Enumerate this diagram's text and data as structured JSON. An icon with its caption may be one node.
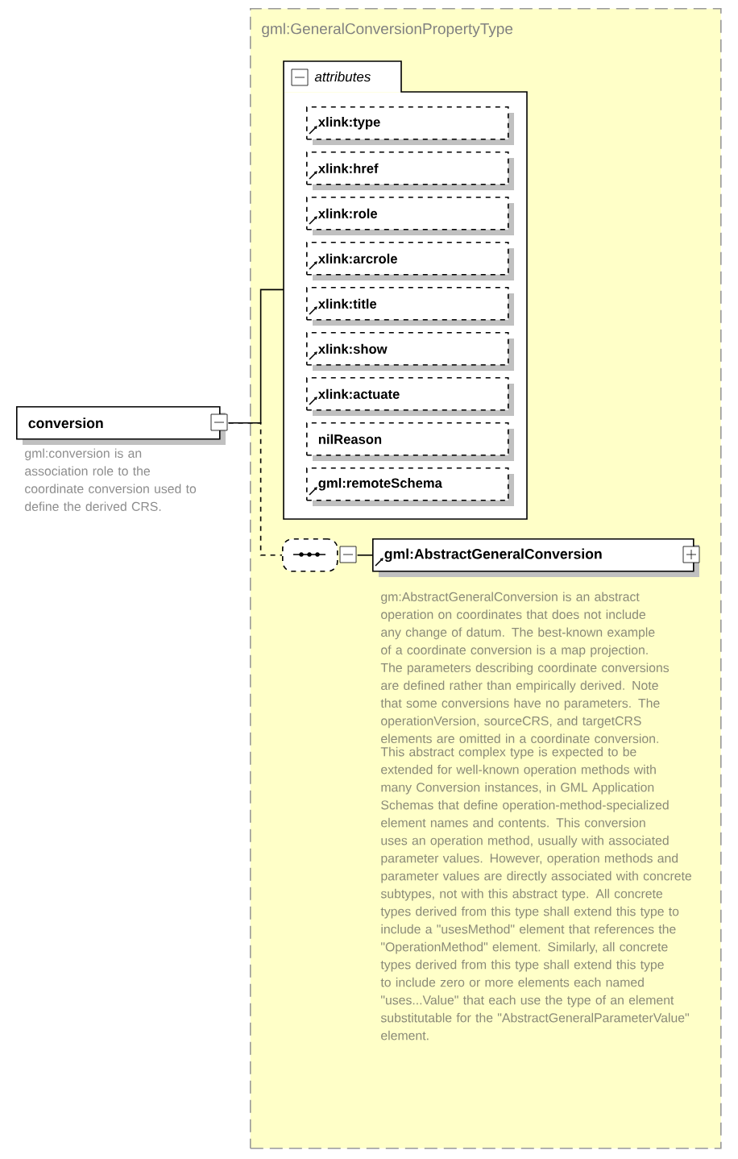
{
  "diagram": {
    "nodes": [
      {
        "text": [
          "gml:GeneralConversionPropertyType"
        ]
      },
      {
        "text": [
          "attributes"
        ],
        "in": 0
      },
      {
        "text": [
          "xlink:type"
        ],
        "in": 1
      },
      {
        "text": [
          "xlink:href"
        ],
        "in": 1
      },
      {
        "text": [
          "xlink:role"
        ],
        "in": 1
      },
      {
        "text": [
          "xlink:arcrole"
        ],
        "in": 1
      },
      {
        "text": [
          "xlink:title"
        ],
        "in": 1
      },
      {
        "text": [
          "xlink:show"
        ],
        "in": 1
      },
      {
        "text": [
          "xlink:actuate"
        ],
        "in": 1
      },
      {
        "text": [
          "nilReason"
        ],
        "in": 1
      },
      {
        "text": [
          "gml:remoteSchema"
        ],
        "in": 1
      },
      {
        "text": [],
        "shape": "octagon",
        "in": 0
      },
      {
        "text": [
          "gml:AbstractGeneralConversion"
        ],
        "in": 0,
        "beside": [
          "gm:AbstractGeneralConversion is an abstract operation on coordinates that does not include any change of datum. The best-known example of a coordinate conversion is a map projection. The parameters describing coordinate conversions are defined rather than empirically derived. Note that some conversions have no parameters. The operationVersion, sourceCRS, and targetCRS elements are omitted in a coordinate conversion.",
          "This abstract complex type is expected to be extended for well-known operation methods with many Conversion instances, in GML Application Schemas that define operation-method-specialized element names and contents. This conversion uses an operation method, usually with associated parameter values. However, operation methods and parameter values are directly associated with concrete subtypes, not with this abstract type. All concrete types derived from this type shall extend this type to include a \"usesMethod\" element that references the \"OperationMethod\" element. Similarly, all concrete types derived from this type shall extend this type to include zero or more elements each named \"uses...Value\" that each use the type of an element substitutable for the \"AbstractGeneralParameterValue\" element."
        ]
      },
      {
        "text": [
          "conversion"
        ],
        "beside": [
          "gml:conversion is an association role to the coordinate conversion used to define the derived CRS."
        ]
      }
    ],
    "edges": [
      {
        "from": 13,
        "to": 1,
        "arrow": "none"
      },
      {
        "from": 13,
        "to": 11,
        "arrow": "none",
        "style": "dashed"
      },
      {
        "from": 11,
        "to": 12,
        "arrow": "none"
      }
    ]
  }
}
